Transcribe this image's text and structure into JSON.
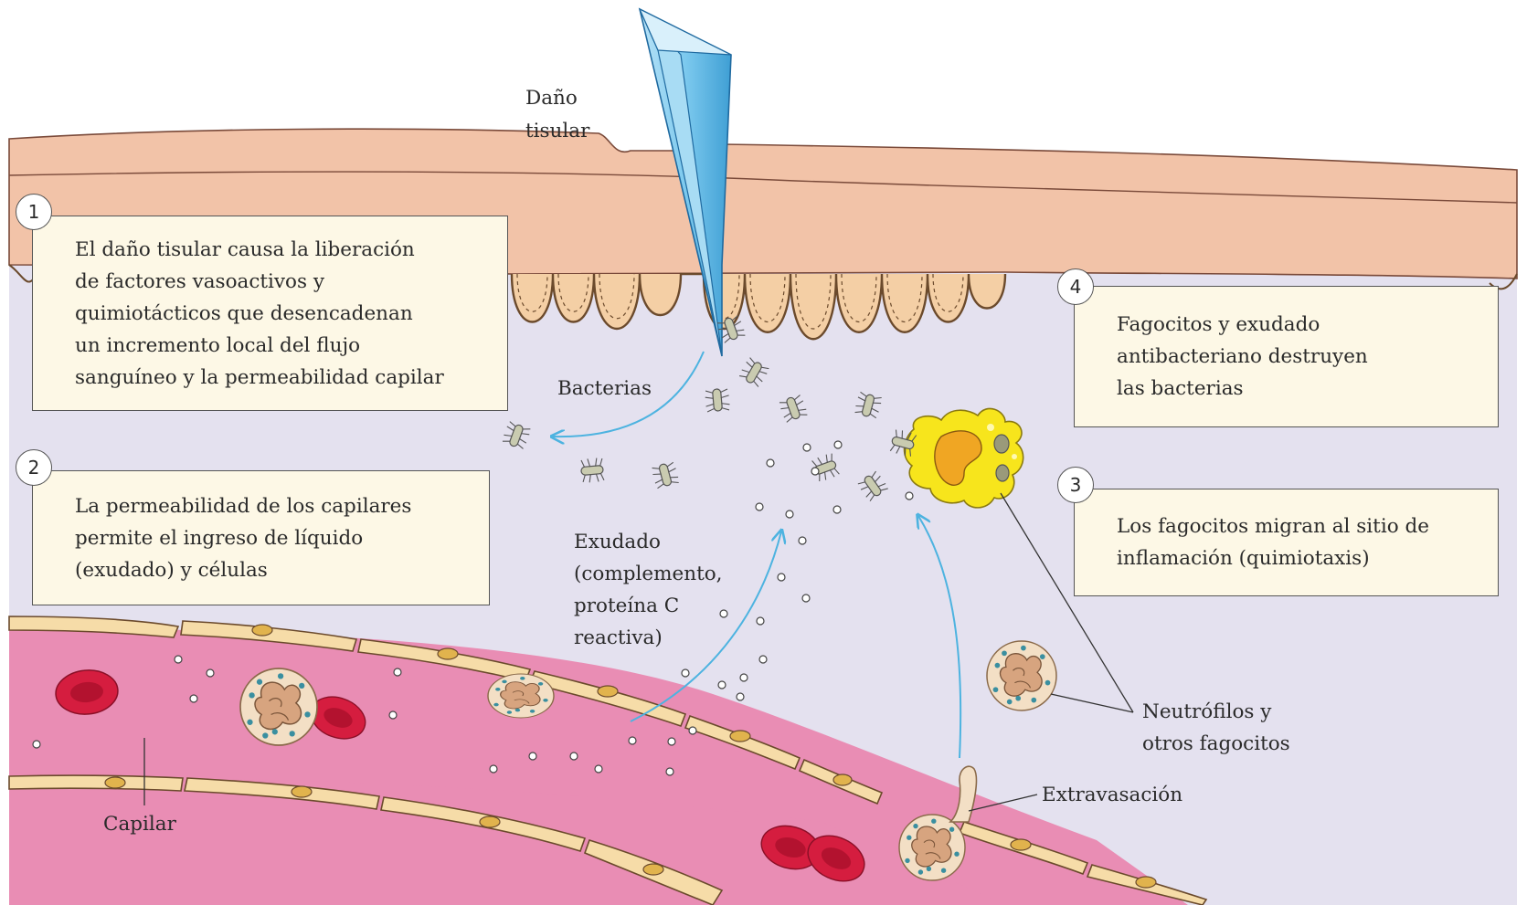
{
  "labels": {
    "dano_tisular": [
      "Daño",
      "tisular"
    ],
    "bacterias": "Bacterias",
    "exudado": [
      "Exudado",
      "(complemento,",
      "proteína C",
      "reactiva)"
    ],
    "neutrofilos": [
      "Neutrófilos y",
      "otros fagocitos"
    ],
    "extravasacion": "Extravasación",
    "capilar": "Capilar"
  },
  "steps": [
    {
      "number": "1",
      "lines": [
        "El daño tisular causa la liberación",
        "de factores vasoactivos y",
        "quimiotácticos que desencadenan",
        "un incremento local del flujo",
        "sanguíneo y la permeabilidad capilar"
      ]
    },
    {
      "number": "2",
      "lines": [
        "La permeabilidad de los capilares",
        "permite el ingreso de líquido",
        "(exudado) y células"
      ]
    },
    {
      "number": "3",
      "lines": [
        "Los fagocitos migran al sitio de",
        "inflamación (quimiotaxis)"
      ]
    },
    {
      "number": "4",
      "lines": [
        "Fagocitos y exudado",
        "antibacteriano destruyen",
        "las bacterias"
      ]
    }
  ],
  "colors": {
    "epidermis": "#f2c3a8",
    "dermis": "#e4e1ef",
    "capillary_lumen": "#e98db4",
    "endothelium": "#f6dca8",
    "red_blood_cell": "#d51d3f",
    "neutrophil": "#f3dfc5",
    "phagocyte": "#f7e51c",
    "arrow": "#4db3e0"
  }
}
